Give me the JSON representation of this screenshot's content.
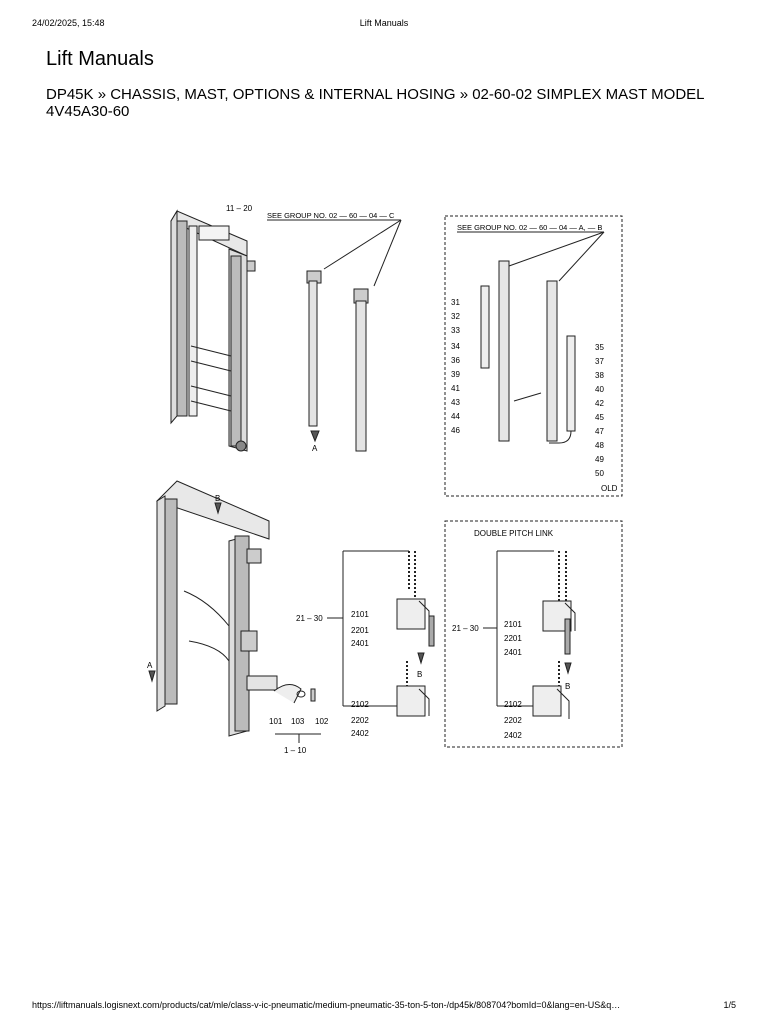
{
  "header": {
    "datetime": "24/02/2025, 15:48",
    "tab_title": "Lift Manuals"
  },
  "page": {
    "title": "Lift Manuals",
    "breadcrumb": "DP45K » CHASSIS, MAST, OPTIONS & INTERNAL HOSING » 02-60-02 SIMPLEX MAST MODEL 4V45A30-60"
  },
  "diagram": {
    "label_11_20": "11 – 20",
    "see_group_c": "SEE GROUP NO. 02 — 60 — 04 — C",
    "see_group_ab": "SEE GROUP NO. 02 — 60 — 04 — A, — B",
    "left_callouts": [
      "31",
      "32",
      "33",
      "34",
      "36",
      "39",
      "41",
      "43",
      "44",
      "46"
    ],
    "right_callouts": [
      "35",
      "37",
      "38",
      "40",
      "42",
      "45",
      "47",
      "48",
      "49",
      "50"
    ],
    "old_label": "OLD",
    "arrow_a": "A",
    "arrow_b": "B",
    "double_pitch_link": "DOUBLE PITCH LINK",
    "range_21_30": "21 – 30",
    "chain_top": [
      "2101",
      "2201",
      "2401"
    ],
    "chain_bottom": [
      "2102",
      "2202",
      "2402"
    ],
    "base_parts": [
      "101",
      "103",
      "102"
    ],
    "label_1_10": "1 – 10"
  },
  "footer": {
    "url": "https://liftmanuals.logisnext.com/products/cat/mle/class-v-ic-pneumatic/medium-pneumatic-35-ton-5-ton-/dp45k/808704?bomId=0&lang=en-US&q…",
    "page_indicator": "1/5"
  }
}
